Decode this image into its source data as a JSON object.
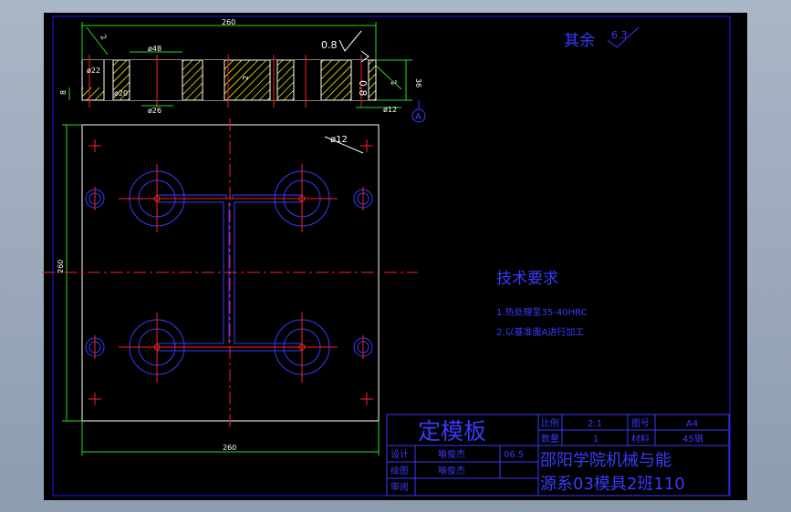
{
  "colors": {
    "frame_bg": "#000000",
    "app_bg": "#9aa7b8",
    "border": "#1a1aff",
    "geometry": "#ffffff",
    "centerline": "#ff2020",
    "dimension": "#22dd22",
    "annotation": "#3a3aff",
    "hatch": "#e8e800",
    "table_text": "#3a3aff"
  },
  "dims": {
    "width_top": "260",
    "width_bottom": "260",
    "height_left": "260",
    "dia_48": "ø48",
    "dia_22": "ø22",
    "dia_20": "ø20",
    "dia_26": "ø26",
    "dia_12_sec": "ø12",
    "dia_12_plan": "ø12",
    "h_36": "36",
    "h_8": "8",
    "h_2": "2",
    "ch_2_top": "2",
    "ch_2_right": "2",
    "rough_08_a": "0.8",
    "rough_08_b": "0.8",
    "datum": "A"
  },
  "notes": {
    "rest": "其余",
    "rest_value": "6.3",
    "tech_title": "技术要求",
    "tech_1": "1.热处理至35-40HRC",
    "tech_2": "2.以基准面A进行加工"
  },
  "title_block": {
    "part_name": "定模板",
    "scale_label": "比例",
    "scale_value": "2:1",
    "drawing_label": "图号",
    "drawing_value": "A4",
    "qty_label": "数量",
    "qty_value": "1",
    "material_label": "材料",
    "material_value": "45钢",
    "design_label": "设计",
    "design_name": "喻俊杰",
    "design_date": "06.5",
    "draw_label": "绘图",
    "draw_name": "喻俊杰",
    "review_label": "审阅",
    "school_1": "邵阳学院机械与能",
    "school_2": "源系03模具2班110"
  }
}
